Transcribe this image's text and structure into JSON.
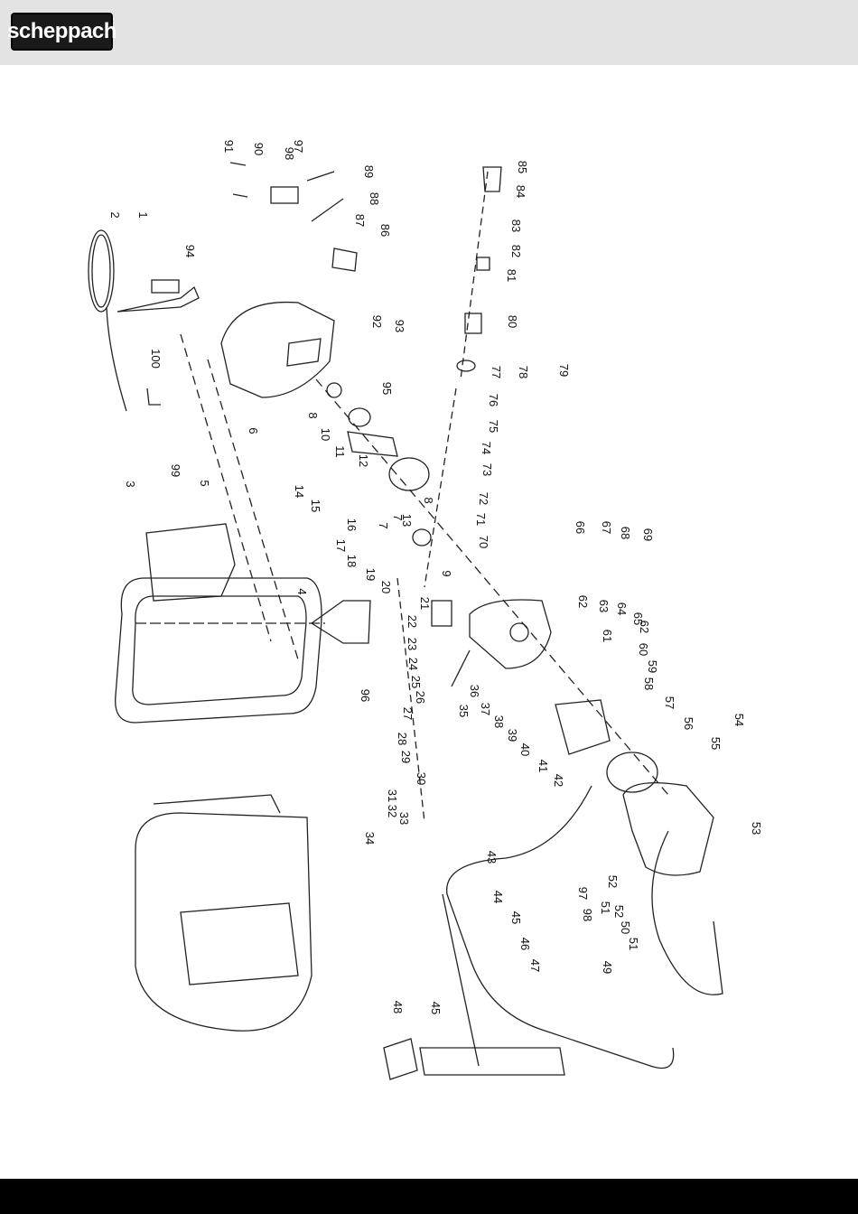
{
  "header": {
    "brand": "scheppach"
  },
  "diagram": {
    "labels": [
      "1",
      "2",
      "3",
      "4",
      "5",
      "6",
      "7",
      "7",
      "8",
      "8",
      "9",
      "10",
      "11",
      "12",
      "13",
      "14",
      "15",
      "16",
      "17",
      "18",
      "19",
      "20",
      "21",
      "22",
      "23",
      "24",
      "25",
      "26",
      "27",
      "28",
      "29",
      "30",
      "31",
      "32",
      "33",
      "34",
      "35",
      "36",
      "37",
      "38",
      "39",
      "40",
      "41",
      "42",
      "43",
      "44",
      "45",
      "45",
      "46",
      "47",
      "48",
      "49",
      "50",
      "51",
      "51",
      "52",
      "52",
      "53",
      "54",
      "55",
      "56",
      "57",
      "58",
      "59",
      "60",
      "61",
      "62",
      "62",
      "63",
      "64",
      "65",
      "66",
      "67",
      "68",
      "69",
      "70",
      "71",
      "72",
      "73",
      "74",
      "75",
      "76",
      "77",
      "78",
      "79",
      "80",
      "81",
      "82",
      "83",
      "84",
      "85",
      "86",
      "87",
      "88",
      "89",
      "90",
      "91",
      "92",
      "93",
      "94",
      "95",
      "96",
      "97",
      "97",
      "98",
      "98",
      "99",
      "100"
    ]
  },
  "colors": {
    "header_bg": "#e3e3e3",
    "footer_bg": "#000000",
    "logo_bg": "#1a1a1a",
    "line": "#222222"
  }
}
